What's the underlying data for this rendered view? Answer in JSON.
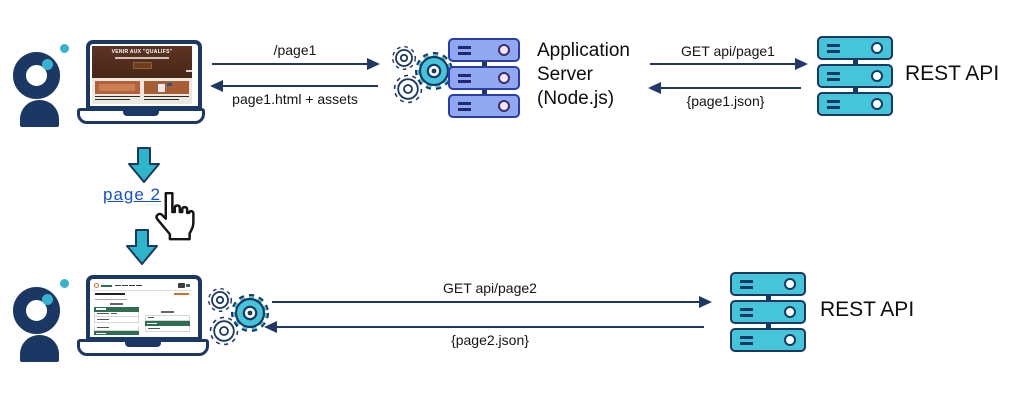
{
  "colors": {
    "navy": "#1b3764",
    "teal": "#38b3cf",
    "teal_server_fill": "#45c5da",
    "app_server_fill": "#8fa8f0",
    "app_server_border": "#2c3da8",
    "arrow": "#1f3864",
    "link_blue": "#1450d2",
    "clay_brown": "#5d3423",
    "results_green": "#2e6f52",
    "logo_orange": "#cf7030"
  },
  "top_flow": {
    "request_label": "/page1",
    "response_label": "page1.html + assets",
    "app_server_name": "Application\nServer\n(Node.js)",
    "api_request_label": "GET api/page1",
    "api_response_label": "{page1.json}",
    "rest_api_label": "REST API"
  },
  "navigation": {
    "link_label": "page 2"
  },
  "bottom_flow": {
    "api_request_label": "GET api/page2",
    "api_response_label": "{page2.json}",
    "rest_api_label": "REST API"
  },
  "top_browser": {
    "headline": "VENIR AUX \"QUALIFS\""
  }
}
